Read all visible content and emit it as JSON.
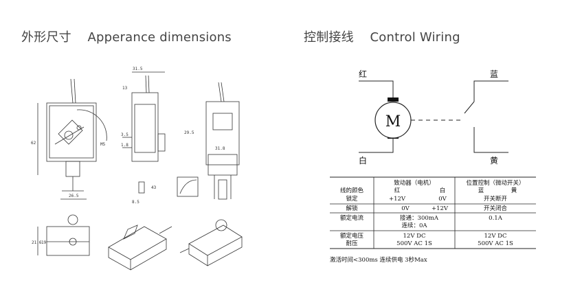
{
  "headings": {
    "left": "外形尺寸    Apperance dimensions",
    "right": "控制接线    Control Wiring"
  },
  "wiring": {
    "motor_label": "M",
    "top_left": "红",
    "bottom_left": "白",
    "top_right": "蓝",
    "bottom_right": "黄"
  },
  "table": {
    "header_1": "致动器（电机）",
    "header_2": "位置控制（微动开关）",
    "rows": [
      {
        "c0": "线的颜色",
        "c1a": "红",
        "c1b": "白",
        "c2a": "蓝",
        "c2b": "黄"
      },
      {
        "c0": "锁定",
        "c1a": "+12V",
        "c1b": "0V",
        "c2": "开关断开"
      },
      {
        "c0": "解锁",
        "c1a": "0V",
        "c1b": "+12V",
        "c2": "开关闭合"
      },
      {
        "c0": "额定电流",
        "c1": "接通：300mA",
        "c2": "0.1A"
      },
      {
        "c0": "",
        "c1": "连续：0A",
        "c2": ""
      },
      {
        "c0": "额定电压",
        "c1": "12V DC",
        "c2": "12V DC"
      },
      {
        "c0": "耐压",
        "c1": "500V AC 1S",
        "c2": "500V AC 1S"
      }
    ],
    "footnote": "激活时间<300ms  连续供电 3秒Max"
  },
  "dimension_labels": [
    "31.5",
    "13",
    "3.5",
    "1.8",
    "62",
    "29.5",
    "31.8",
    "8.5",
    "43",
    "26.5",
    "21.6",
    "19",
    "M5"
  ]
}
